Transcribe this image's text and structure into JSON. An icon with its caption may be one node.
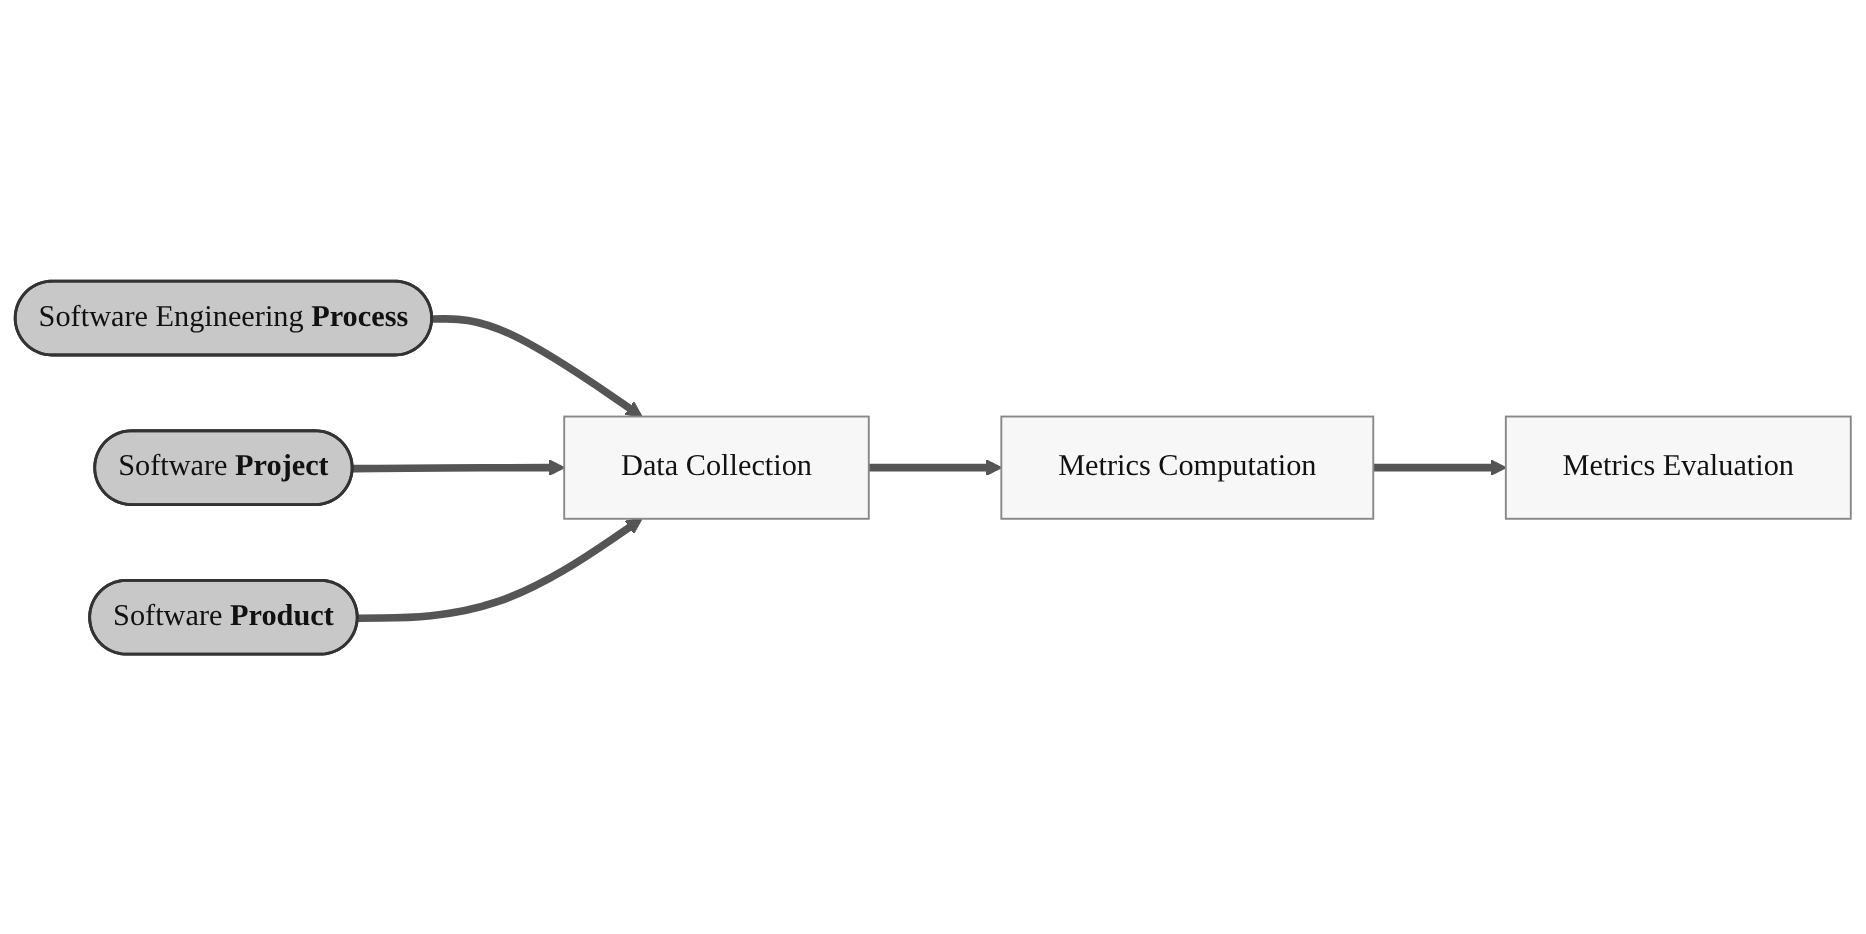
{
  "diagram": {
    "nodes": [
      {
        "text": [
          "Software Engineering **Process**"
        ]
      },
      {
        "text": [
          "Software **Project**"
        ]
      },
      {
        "text": [
          "Software **Product**"
        ]
      },
      {
        "text": [
          "Data Collection"
        ]
      },
      {
        "text": [
          "Metrics Computation"
        ]
      },
      {
        "text": [
          "Metrics Evaluation"
        ]
      }
    ],
    "edges": [
      {
        "from": 0,
        "to": 3,
        "arrow": "to"
      },
      {
        "from": 1,
        "to": 3,
        "arrow": "to"
      },
      {
        "from": 2,
        "to": 3,
        "arrow": "to"
      },
      {
        "from": 3,
        "to": 4,
        "arrow": "to"
      },
      {
        "from": 4,
        "to": 5,
        "arrow": "to"
      }
    ]
  }
}
